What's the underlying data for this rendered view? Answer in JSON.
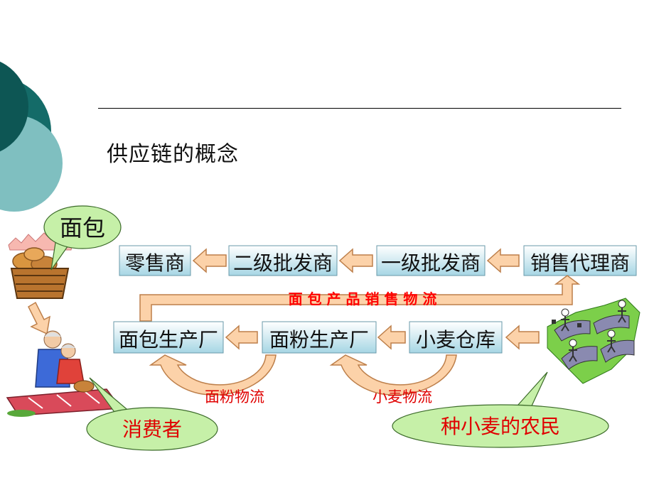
{
  "slide": {
    "title": "供应链的概念"
  },
  "nodes": {
    "retailer": "零售商",
    "secondary_wholesaler": "二级批发商",
    "primary_wholesaler": "一级批发商",
    "sales_agent": "销售代理商",
    "bakery": "面包生产厂",
    "flour_mill": "面粉生产厂",
    "wheat_warehouse": "小麦仓库"
  },
  "flows": {
    "bread_sales": "面 包 产 品 销 售 物 流",
    "flour": "面粉物流",
    "wheat": "小麦物流"
  },
  "callouts": {
    "bread": "面包",
    "consumer": "消费者",
    "farmer": "种小麦的农民"
  },
  "colors": {
    "box_top": "#ffffff",
    "box_bottom": "#a6d6e4",
    "arrow_fill": "#fcd2a9",
    "arrow_stroke": "#bd7f4a",
    "callout_fill": "#c6f0a8",
    "red_text": "#ff0000",
    "teal_dark": "#146b68",
    "teal_light": "#7fbfc0"
  },
  "icons": [
    "bread-basket-icon",
    "elderly-couple-icon",
    "farmers-bridge-icon"
  ]
}
